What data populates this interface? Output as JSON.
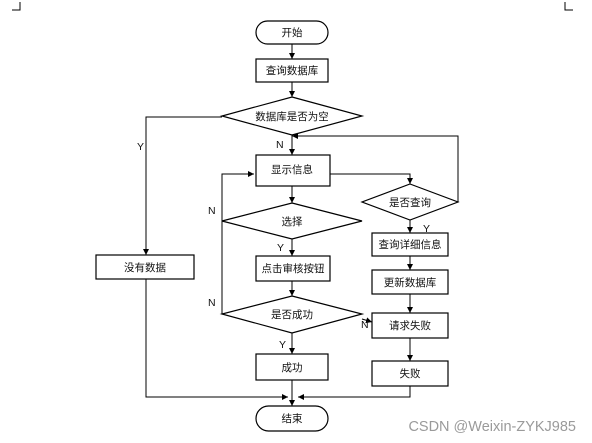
{
  "diagram": {
    "nodes": {
      "start": "开始",
      "query_db": "查询数据库",
      "db_empty": "数据库是否为空",
      "show_info": "显示信息",
      "is_query": "是否查询",
      "select": "选择",
      "no_data": "没有数据",
      "click_review": "点击审核按钮",
      "query_detail": "查询详细信息",
      "update_db": "更新数据库",
      "is_success": "是否成功",
      "request_fail": "请求失败",
      "success": "成功",
      "fail": "失败",
      "end": "结束"
    },
    "edge_labels": {
      "db_empty_yes": "Y",
      "db_empty_no": "N",
      "is_query_yes": "Y",
      "select_yes": "Y",
      "select_no": "N",
      "is_success_yes": "Y",
      "is_success_no": "N",
      "is_success_to_fail": "N"
    }
  },
  "watermark": "CSDN @Weixin-ZYKJ985",
  "colors": {
    "stroke": "#000000",
    "fill": "#ffffff",
    "watermark": "#9a9a9a"
  }
}
